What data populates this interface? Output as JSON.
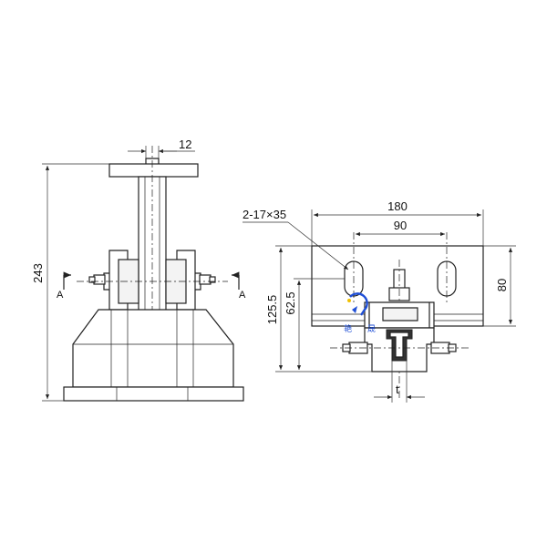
{
  "left_view": {
    "dim_top_width": "12",
    "dim_height": "243",
    "section_left": "A",
    "section_right": "A"
  },
  "right_view": {
    "dim_total_width": "180",
    "dim_slot_spacing": "90",
    "slot_callout": "2-17×35",
    "dim_height_right": "80",
    "dim_height_a": "125.5",
    "dim_height_b": "62.5",
    "dim_thickness": "t"
  },
  "watermark": {
    "left_char": "艳",
    "right_char": "晟"
  },
  "colors": {
    "line": "#222222",
    "watermark": "#1f4fd6"
  }
}
